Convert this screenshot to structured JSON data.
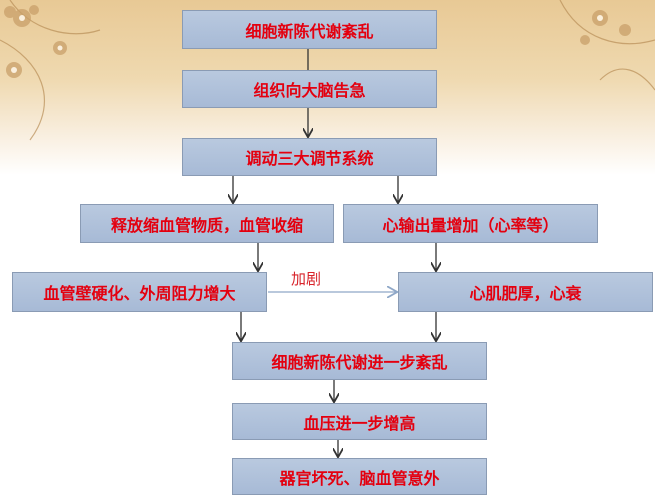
{
  "nodes": {
    "n1": "细胞新陈代谢紊乱",
    "n2": "组织向大脑告急",
    "n3": "调动三大调节系统",
    "n4": "释放缩血管物质，血管收缩",
    "n5": "心输出量增加（心率等）",
    "n6": "血管壁硬化、外周阻力增大",
    "n7": "心肌肥厚，心衰",
    "n8": "细胞新陈代谢进一步紊乱",
    "n9": "血压进一步增高",
    "n10": "器官坏死、脑血管意外"
  },
  "edges": {
    "aggravate_label": "加剧"
  },
  "colors": {
    "box_fill": "#b3c4dc",
    "text": "#e4000f",
    "arrow": "#333333",
    "aggravate_arrow": "#8fa8c8",
    "banner": "#e8c995"
  }
}
